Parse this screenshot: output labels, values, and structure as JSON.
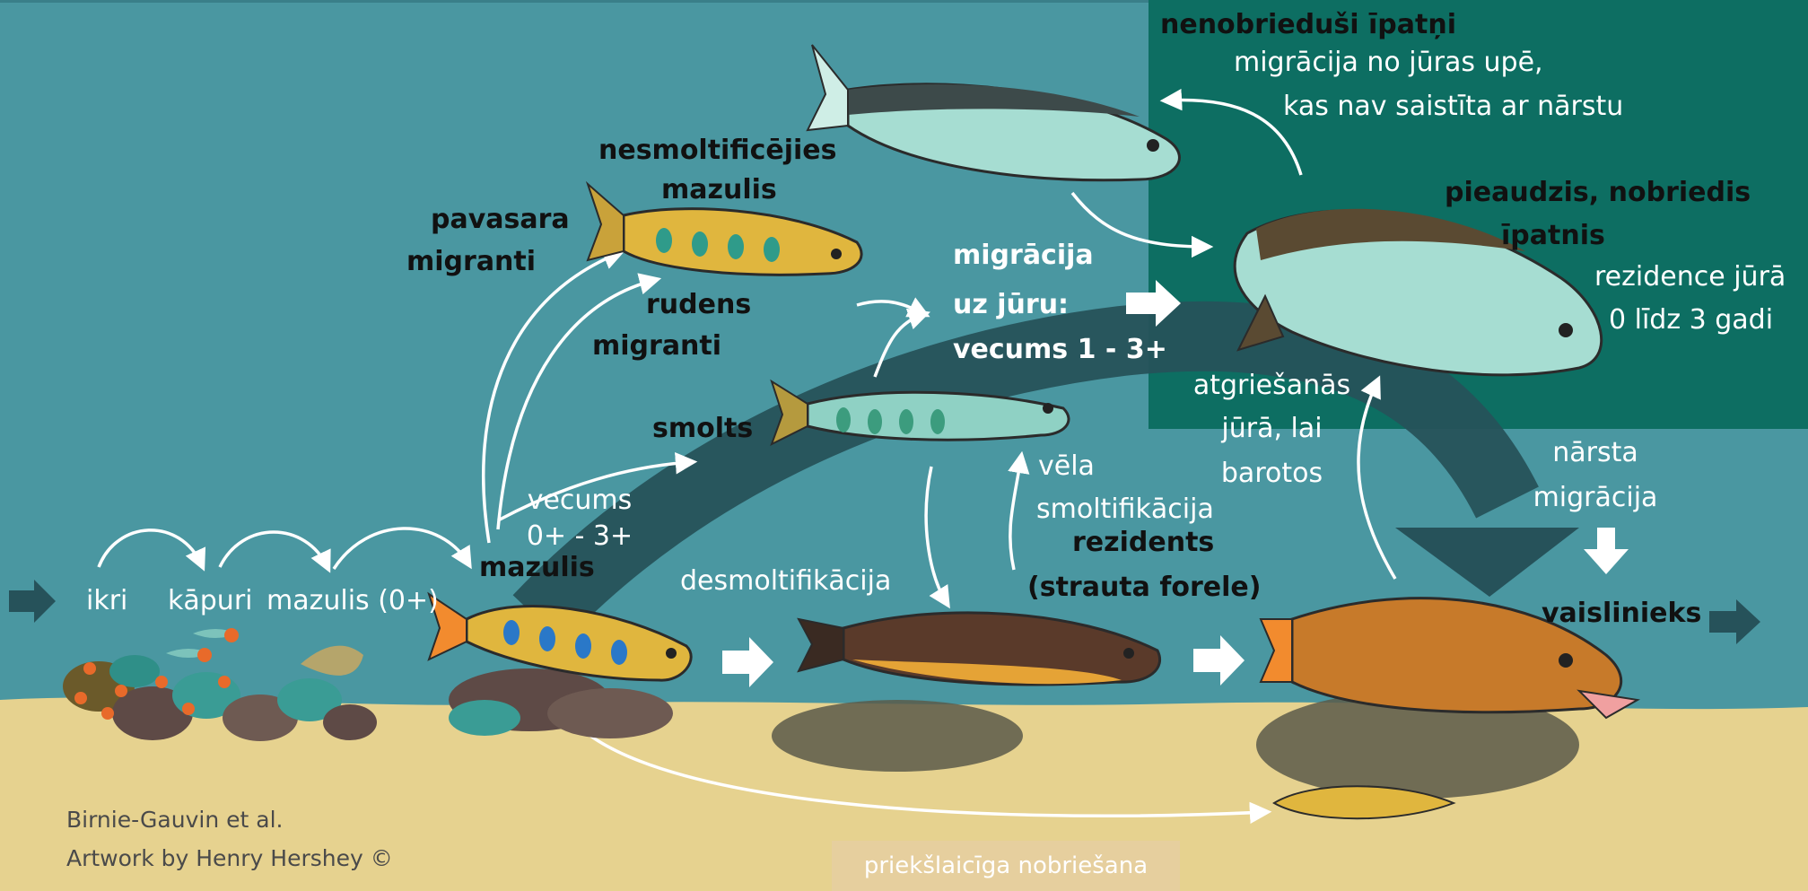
{
  "labels": {
    "ikri": "ikri",
    "kapuri": "kāpuri",
    "mazulis0": "mazulis (0+)",
    "mazulis": "mazulis",
    "vecums_line1": "vecums",
    "vecums_line2": "0+ - 3+",
    "pavasara_line1": "pavasara",
    "pavasara_line2": "migranti",
    "nesmolt_line1": "nesmoltificējies",
    "nesmolt_line2": "mazulis",
    "rudens_line1": "rudens",
    "rudens_line2": "migranti",
    "smolts": "smolts",
    "migracija_line1": "migrācija",
    "migracija_line2": "uz jūru:",
    "migracija_line3": "vecums 1 - 3+",
    "nenobr_title": "nenobrieduši īpatņi",
    "nenobr_line1": "migrācija no jūras upē,",
    "nenobr_line2": "kas nav saistīta ar nārstu",
    "pieaudzis_line1": "pieaudzis, nobriedis",
    "pieaudzis_line2": "īpatnis",
    "rezidence_line1": "rezidence jūrā",
    "rezidence_line2": "0 līdz 3 gadi",
    "atgr_line1": "atgriešanās",
    "atgr_line2": "jūrā, lai",
    "atgr_line3": "barotos",
    "narsta_line1": "nārsta",
    "narsta_line2": "migrācija",
    "vela_line1": "vēla",
    "vela_line2": "smoltifikācija",
    "rezidents_line1": "rezidents",
    "rezidents_line2": "(strauta forele)",
    "desmolt": "desmoltifikācija",
    "vaislinieks": "vaislinieks",
    "prieksl": "priekšlaicīga nobriešana"
  },
  "credits": {
    "line1": "Birnie-Gauvin et al.",
    "line2": "Artwork by Henry Hershey ©"
  },
  "colors": {
    "river": "#4a97a1",
    "sea": "#0d6e62",
    "sand": "#e6d28f",
    "arrow_dark": "#26525a",
    "arrow_light": "#ffffff"
  }
}
